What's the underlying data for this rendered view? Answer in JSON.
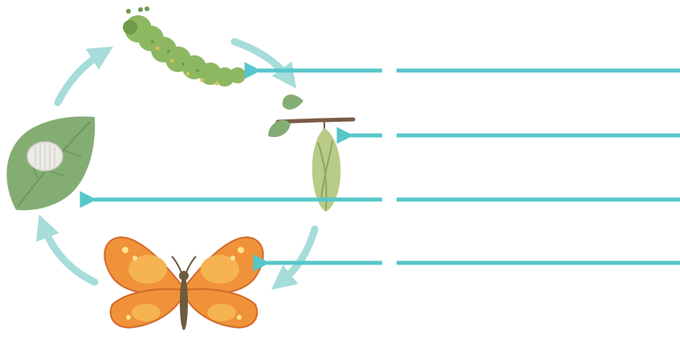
{
  "diagram": {
    "stages": [
      {
        "id": "egg",
        "icon": "egg-on-leaf-icon",
        "label": ""
      },
      {
        "id": "caterpillar",
        "icon": "caterpillar-icon",
        "label": ""
      },
      {
        "id": "pupa",
        "icon": "chrysalis-icon",
        "label": ""
      },
      {
        "id": "butterfly",
        "icon": "butterfly-icon",
        "label": ""
      }
    ],
    "label_lines": [
      {
        "target": "caterpillar",
        "text": ""
      },
      {
        "target": "pupa",
        "text": ""
      },
      {
        "target": "egg",
        "text": ""
      },
      {
        "target": "butterfly",
        "text": ""
      }
    ]
  },
  "colors": {
    "pointer": "#56c7cb",
    "cycle_arrow": "#a6dcd9",
    "leaf": "#84ad74",
    "leaf_dark": "#6e975f",
    "egg": "#ecebe6",
    "caterpillar": "#8db861",
    "caterpillar_dark": "#6f9a49",
    "caterpillar_spots": "#d7c05b",
    "branch": "#7b5b44",
    "chrysalis": "#b8cc87",
    "chrysalis_dark": "#8aa560",
    "wing": "#f0923a",
    "wing_inner": "#f5b351",
    "wing_edge": "#d46a2a",
    "wing_spots": "#fde38c",
    "body": "#6e5a3f"
  }
}
